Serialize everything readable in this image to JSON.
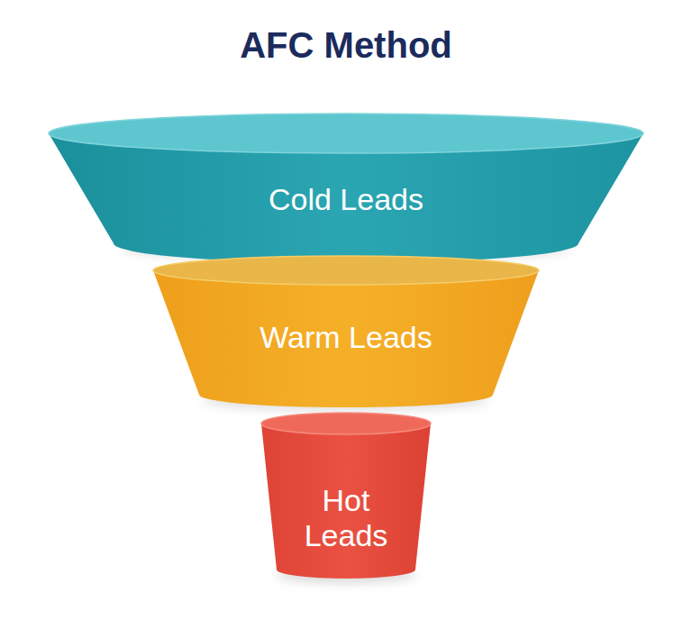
{
  "diagram": {
    "title": "AFC Method",
    "nodes": [
      {
        "text": [
          "Cold Leads"
        ]
      },
      {
        "text": [
          "Warm Leads"
        ]
      },
      {
        "text": [
          "Hot Leads"
        ]
      }
    ]
  }
}
